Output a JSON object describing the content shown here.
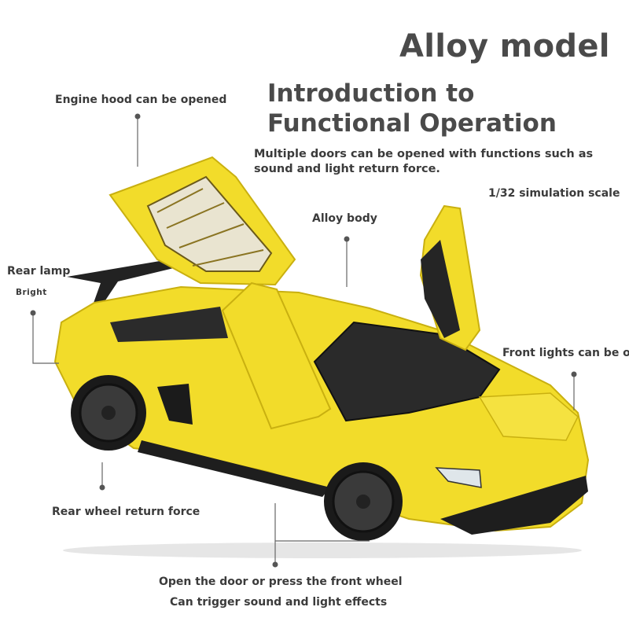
{
  "title": "Alloy model",
  "subtitle": "Introduction to Functional Operation",
  "description": "Multiple doors can be opened with functions such as sound and light return force.",
  "scale": "1/32 simulation scale",
  "labels": {
    "engine_hood": "Engine hood can be opened",
    "alloy_body": "Alloy body",
    "rear_lamp": "Rear lamp",
    "rear_lamp_sub": "Bright",
    "front_lights": "Front lights can be on",
    "rear_wheel": "Rear wheel return force",
    "open_door_line1": "Open the door or press the front wheel",
    "open_door_line2": "Can trigger sound and light effects"
  },
  "colors": {
    "car_body": "#f2dc2a",
    "car_shadow": "#c9b010",
    "wheel": "#2a2a2a",
    "text": "#3b3b3b"
  }
}
